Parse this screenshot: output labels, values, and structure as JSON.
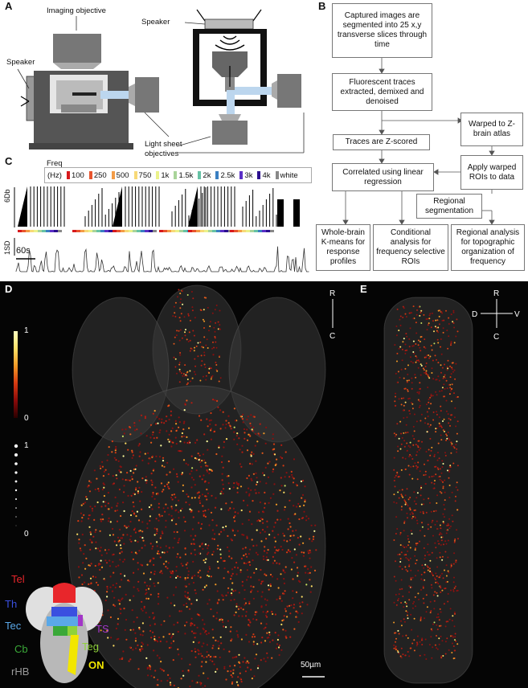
{
  "panel_labels": {
    "a": "A",
    "b": "B",
    "c": "C",
    "d": "D",
    "e": "E"
  },
  "panel_a": {
    "imaging_objective": "Imaging objective",
    "speaker_left": "Speaker",
    "speaker_right": "Speaker",
    "light_sheet": "Light sheet\nobjectives"
  },
  "flow": {
    "captured": "Captured images are segmented into 25 x,y transverse slices through time",
    "fluorescent": "Fluorescent traces extracted, demixed and denoised",
    "zscored": "Traces are Z-scored",
    "warped": "Warped to Z-brain atlas",
    "correlated": "Correlated using linear regression",
    "apply_rois": "Apply warped ROIs to data",
    "regional_seg": "Regional segmentation",
    "kmeans": "Whole-brain K-means for response profiles",
    "conditional": "Conditional analysis for frequency selective ROIs",
    "regional_analysis": "Regional analysis for topographic organization of frequency"
  },
  "panel_c": {
    "freq_label": "Freq",
    "hz_label": "(Hz)",
    "legend": [
      {
        "label": "100",
        "color": "#d7191c"
      },
      {
        "label": "250",
        "color": "#e8552e"
      },
      {
        "label": "500",
        "color": "#f39c47"
      },
      {
        "label": "750",
        "color": "#f7d978"
      },
      {
        "label": "1k",
        "color": "#ebf28a"
      },
      {
        "label": "1.5k",
        "color": "#a9d49a"
      },
      {
        "label": "2k",
        "color": "#66c2a5"
      },
      {
        "label": "2.5k",
        "color": "#3a7fc2"
      },
      {
        "label": "3k",
        "color": "#5a2fc6"
      },
      {
        "label": "4k",
        "color": "#2b0f8f"
      },
      {
        "label": "white",
        "color": "#888888"
      }
    ],
    "db_label": "6Db",
    "sd_label": "1SD",
    "time_label": "60s"
  },
  "panel_d": {
    "r": "R",
    "c": "C",
    "scale_top": "1",
    "scale_bottom": "0",
    "dot_top": "1",
    "dot_bottom": "0",
    "scalebar": "50µm",
    "regions": [
      {
        "label": "Tel",
        "color": "#e8262b"
      },
      {
        "label": "Th",
        "color": "#3a50e0"
      },
      {
        "label": "Tec",
        "color": "#5aa8e8"
      },
      {
        "label": "TS",
        "color": "#a336c8"
      },
      {
        "label": "Cb",
        "color": "#3aa838"
      },
      {
        "label": "Teg",
        "color": "#8fd23a"
      },
      {
        "label": "ON",
        "color": "#f2e600"
      },
      {
        "label": "rHB",
        "color": "#9a9a9a"
      }
    ]
  },
  "panel_e": {
    "r": "R",
    "d": "D",
    "v": "V",
    "c": "C"
  }
}
